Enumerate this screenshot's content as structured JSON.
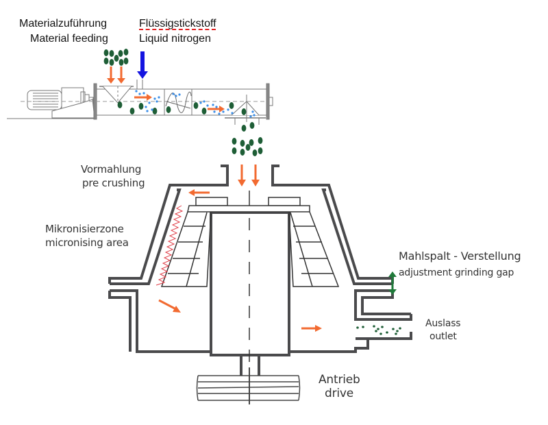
{
  "labels": {
    "material_feeding_de": "Materialzuführung",
    "material_feeding_en": "Material feeding",
    "liquid_nitrogen_de": "Flüssigstickstoff",
    "liquid_nitrogen_en": "Liquid nitrogen",
    "pre_crushing_de": "Vormahlung",
    "pre_crushing_en": "pre crushing",
    "micronising_de": "Mikronisierzone",
    "micronising_en": "micronising area",
    "grinding_gap_de": "Mahlspalt - Verstellung",
    "grinding_gap_en": "adjustment grinding gap",
    "outlet_de": "Auslass",
    "outlet_en": "outlet",
    "drive_de": "Antrieb",
    "drive_en": "drive"
  },
  "colors": {
    "housing": "#4a4a4c",
    "line": "#555555",
    "flow_arrow": "#f26a30",
    "nitrogen_arrow": "#1414e0",
    "particle": "#1e5e36",
    "nitrogen_dots": "#3a8ee8",
    "micronising_zigzag": "#e0404a",
    "gap_arrow": "#1f7a3a",
    "spellcheck_underline": "#e02020"
  },
  "icons": {
    "feed_arrow": "arrow-down-icon",
    "flow_arrow": "arrow-right-icon",
    "gap_arrow": "double-arrow-vertical-icon"
  }
}
